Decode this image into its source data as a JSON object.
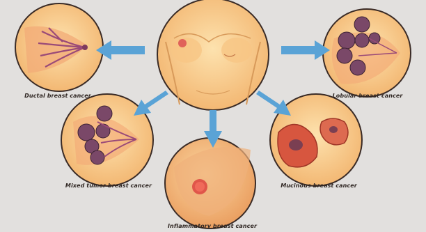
{
  "labels": {
    "ductal": "Ductal breast cancer",
    "lobular": "Lobular breast cancer",
    "mixed": "Mixed tumor breast cancer",
    "mucinous": "Mucinous breast cancer",
    "inflammatory": "Inflammatory breast cancer"
  },
  "colors": {
    "background": "#e2e0de",
    "circle_fill": "#f6c98a",
    "circle_border": "#3a2b26",
    "arrow": "#5aa3d6",
    "lesion": "#8a4a6e",
    "tumor": "#d7563f"
  }
}
